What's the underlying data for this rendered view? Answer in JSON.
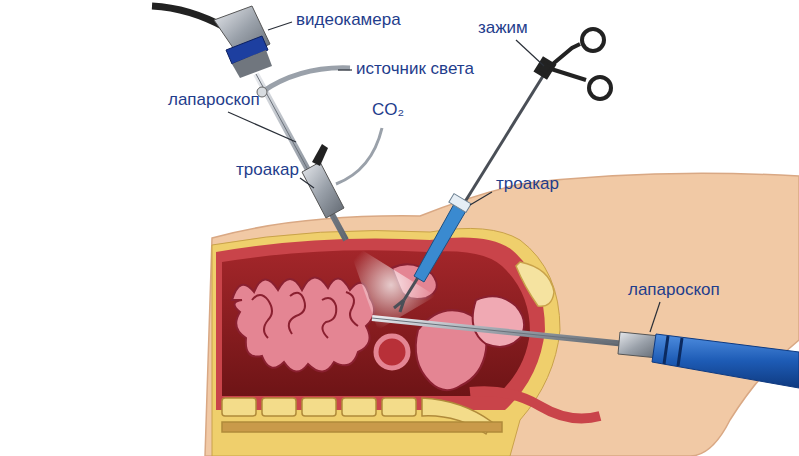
{
  "diagram": {
    "labels": [
      "видеокамера",
      "зажим",
      "источник света",
      "лапароскоп",
      "CO₂",
      "троакар",
      "троакар",
      "лапароскоп"
    ]
  }
}
